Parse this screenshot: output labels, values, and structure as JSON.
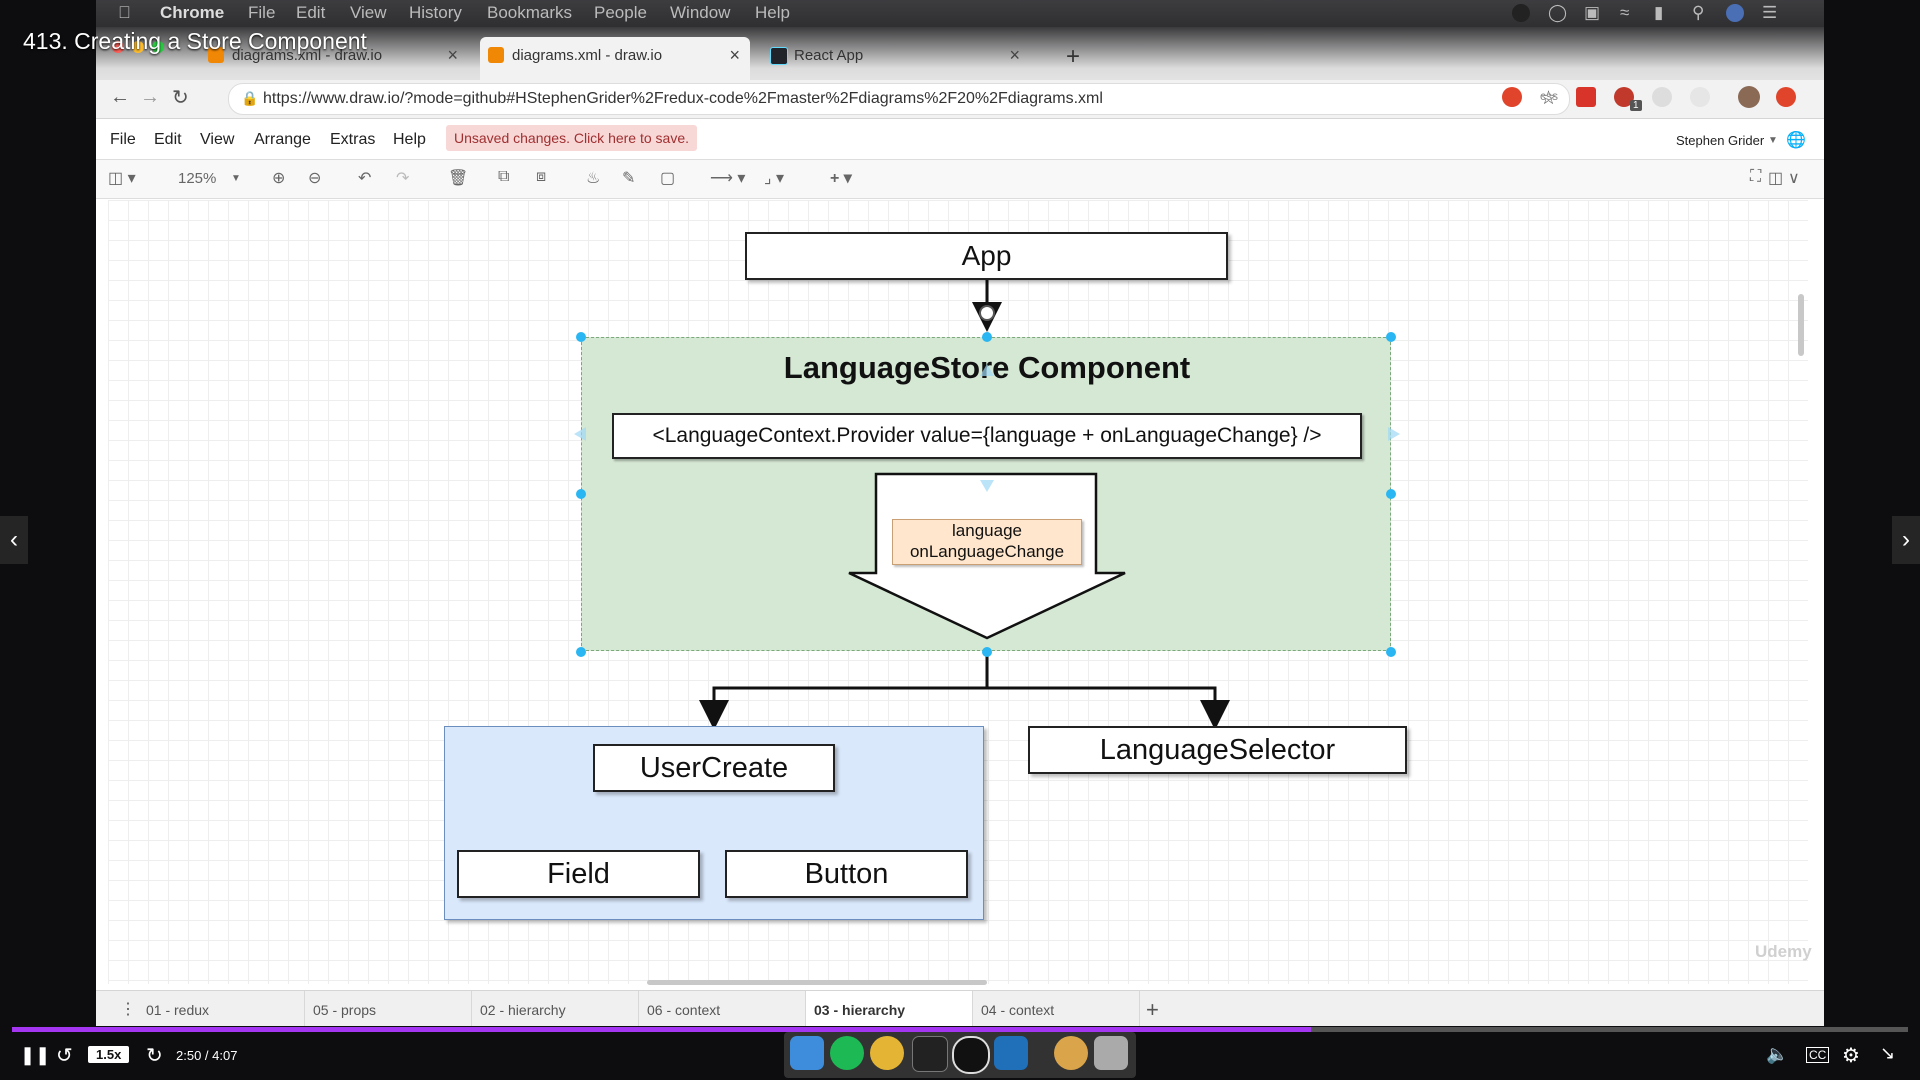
{
  "video": {
    "title": "413. Creating a Store Component",
    "speed": "1.5x",
    "time": "2:50 / 4:07",
    "progress": 0.685
  },
  "menubar": {
    "app": "Chrome",
    "items": [
      "File",
      "Edit",
      "View",
      "History",
      "Bookmarks",
      "People",
      "Window",
      "Help"
    ]
  },
  "tabs": [
    {
      "title": "diagrams.xml - draw.io"
    },
    {
      "title": "diagrams.xml - draw.io"
    },
    {
      "title": "React App"
    }
  ],
  "address": {
    "url": "https://www.draw.io/?mode=github#HStephenGrider%2Fredux-code%2Fmaster%2Fdiagrams%2F20%2Fdiagrams.xml",
    "ext_badge": "1",
    "ext_css": "css"
  },
  "drawio_menu": {
    "items": [
      "File",
      "Edit",
      "View",
      "Arrange",
      "Extras",
      "Help"
    ],
    "unsaved": "Unsaved changes. Click here to save.",
    "user": "Stephen Grider"
  },
  "toolbar": {
    "zoom": "125%"
  },
  "diagram": {
    "app": "App",
    "store_title": "LanguageStore Component",
    "provider": "<LanguageContext.Provider value={language + onLanguageChange} />",
    "value_line1": "language",
    "value_line2": "onLanguageChange",
    "user_create": "UserCreate",
    "field": "Field",
    "button": "Button",
    "language_selector": "LanguageSelector"
  },
  "watermark": "Udemy",
  "sheets": [
    "01 - redux",
    "05 - props",
    "02 - hierarchy",
    "06 - context",
    "03 - hierarchy",
    "04 - context"
  ],
  "colors": {
    "store_fill": "#d5e8d4",
    "usercreate_fill": "#dae8fc",
    "value_fill": "#ffe6cc",
    "progress": "#a435f0",
    "selection": "#29b6f2"
  }
}
